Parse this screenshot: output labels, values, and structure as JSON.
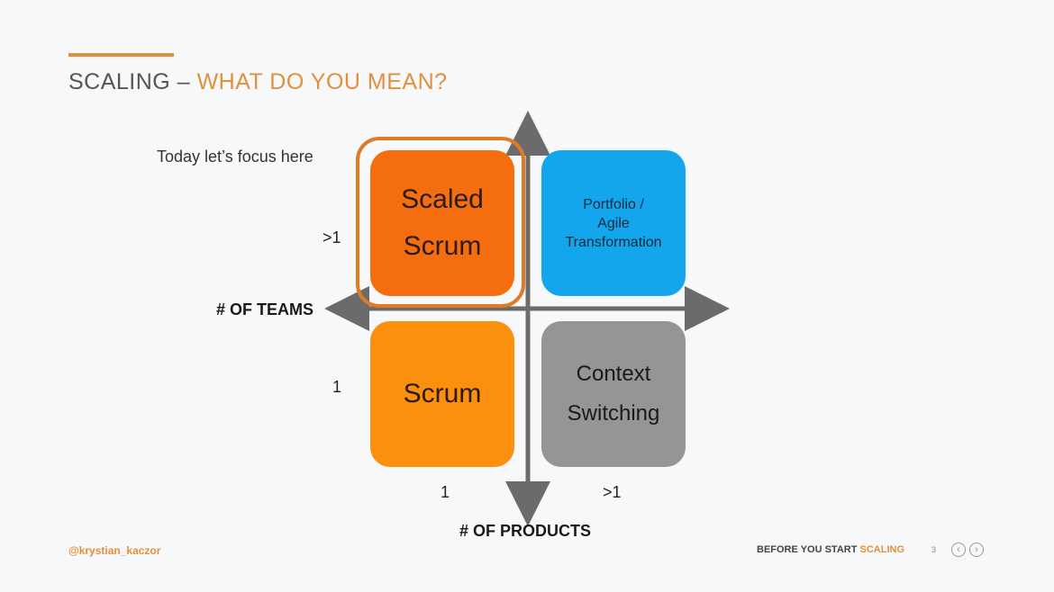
{
  "slide": {
    "title_prefix": "SCALING – ",
    "title_accent": "WHAT DO YOU MEAN?"
  },
  "matrix": {
    "focus_note": "Today let’s focus here",
    "y_axis_label": "# OF TEAMS",
    "x_axis_label": "# OF PRODUCTS",
    "y_ticks": {
      "high": ">1",
      "low": "1"
    },
    "x_ticks": {
      "low": "1",
      "high": ">1"
    },
    "quadrants": {
      "top_left": {
        "line1": "Scaled",
        "line2": "Scrum",
        "color": "#f46e0f"
      },
      "top_right": {
        "line1": "Portfolio /",
        "line2": "Agile",
        "line3": "Transformation",
        "color": "#13a6ec"
      },
      "bottom_left": {
        "line1": "Scrum",
        "color": "#fb8f0e"
      },
      "bottom_right": {
        "line1": "Context",
        "line2": "Switching",
        "color": "#959595"
      }
    },
    "focus_frame_color": "#e07a26"
  },
  "footer": {
    "handle": "@krystian_kaczor",
    "tagline_prefix": "BEFORE YOU START ",
    "tagline_accent": "SCALING",
    "page_number": "3",
    "prev_icon": "‹",
    "next_icon": "›"
  },
  "colors": {
    "accent": "#e48f3c",
    "axis": "#6b6b6b"
  }
}
